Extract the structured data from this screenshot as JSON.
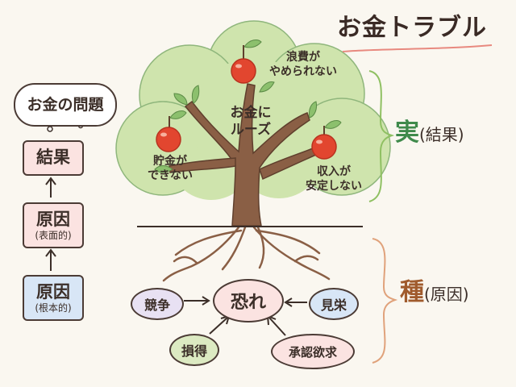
{
  "title": "お金トラブル",
  "problem_bubble": "お金の問題",
  "flow": {
    "result": "結果",
    "surface_cause": {
      "label": "原因",
      "sub": "(表面的)"
    },
    "root_cause": {
      "label": "原因",
      "sub": "(根本的)"
    }
  },
  "tree": {
    "trunk_label": "お金に\nルーズ",
    "fruits": [
      {
        "label": "浪費が\nやめられない"
      },
      {
        "label": "貯金が\nできない"
      },
      {
        "label": "収入が\n安定しない"
      }
    ]
  },
  "sections": {
    "fruit": {
      "main": "実",
      "sub": "(結果)"
    },
    "seed": {
      "main": "種",
      "sub": "(原因)"
    }
  },
  "seeds": {
    "center": "恐れ",
    "items": [
      "競争",
      "見栄",
      "損得",
      "承認欲求"
    ]
  },
  "colors": {
    "canopy": "#cfe4ad",
    "apple": "#e2462f",
    "trunk": "#8a5f45",
    "green_accent": "#3f8a4b",
    "orange_accent": "#e0a27b",
    "pink_box": "#fbe3e1",
    "blue_box": "#d8e6f6",
    "purple_oval": "#e8e1f3"
  }
}
